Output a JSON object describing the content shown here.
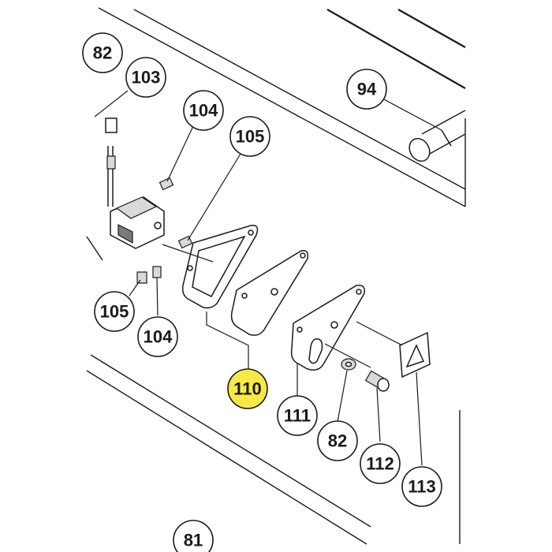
{
  "diagram": {
    "callouts": [
      {
        "id": "c82a",
        "label": "82"
      },
      {
        "id": "c103",
        "label": "103"
      },
      {
        "id": "c104a",
        "label": "104"
      },
      {
        "id": "c105a",
        "label": "105"
      },
      {
        "id": "c94",
        "label": "94"
      },
      {
        "id": "c105b",
        "label": "105"
      },
      {
        "id": "c104b",
        "label": "104"
      },
      {
        "id": "c110",
        "label": "110",
        "highlighted": true
      },
      {
        "id": "c111",
        "label": "111"
      },
      {
        "id": "c82b",
        "label": "82"
      },
      {
        "id": "c112",
        "label": "112"
      },
      {
        "id": "c113",
        "label": "113"
      },
      {
        "id": "c81",
        "label": "81"
      }
    ],
    "highlight_color": "#f7e84a"
  }
}
